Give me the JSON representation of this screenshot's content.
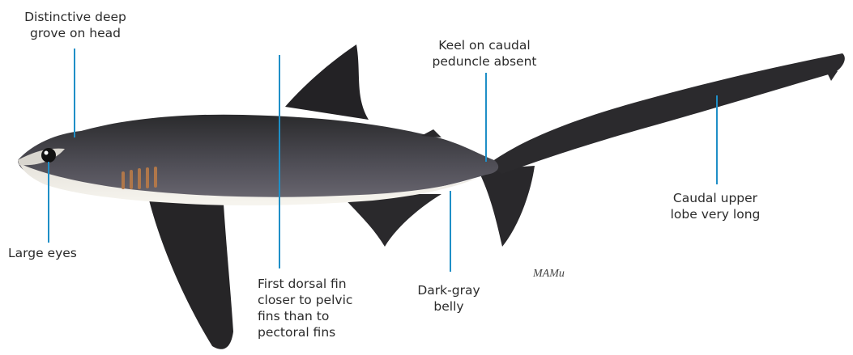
{
  "annotations": {
    "groove": "Distinctive deep\ngrove on head",
    "eyes": "Large eyes",
    "dorsal": "First dorsal fin\ncloser to pelvic\nfins than to\npectoral fins",
    "keel": "Keel on caudal\npeduncle absent",
    "belly": "Dark-gray\nbelly",
    "caudal": "Caudal upper\nlobe very long"
  },
  "leader_color": "#1f8fc7",
  "signature": "MAMu"
}
